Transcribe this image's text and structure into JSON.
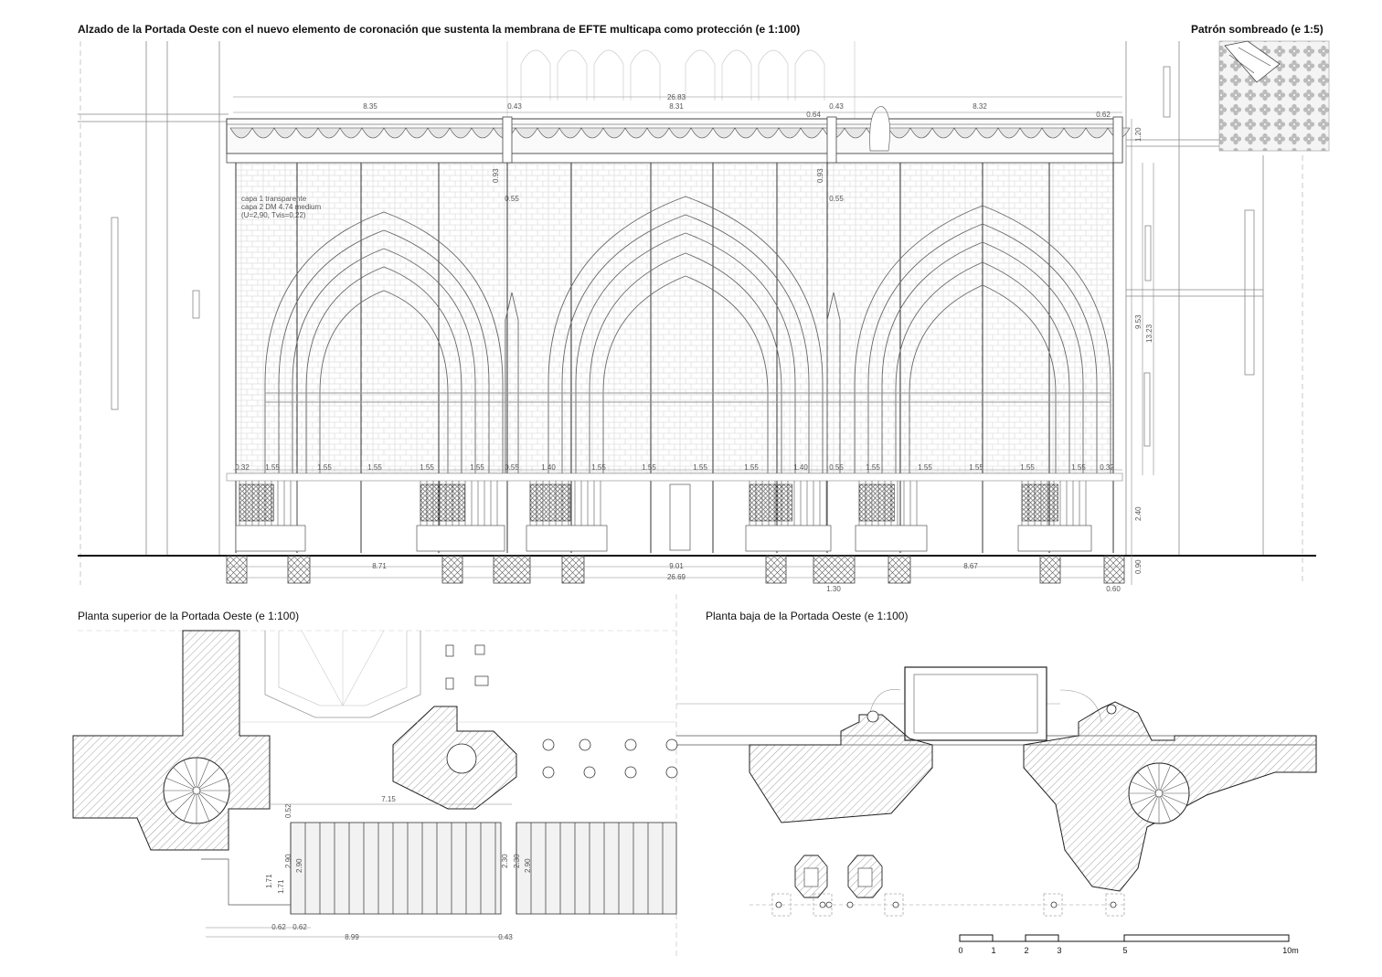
{
  "titles": {
    "elevation": "Alzado de la Portada Oeste con el nuevo elemento de coronación que sustenta la membrana de EFTE multicapa como protección  (e 1:100)",
    "pattern": "Patrón sombreado (e 1:5)",
    "upper_plan": "Planta superior de la Portada Oeste (e 1:100)",
    "ground_plan": "Planta baja de la Portada Oeste (e 1:100)"
  },
  "annotation": {
    "line1": "capa 1 transparente",
    "line2": "capa 2 DM 4.74 medium",
    "line3": "(U=2,90, Tvis=0,22)"
  },
  "dims": {
    "total_top": "26.83",
    "left_span": "8.35",
    "left_gap": "0.43",
    "center_span": "8.31",
    "right_gap_a": "0.64",
    "right_gap_b": "0.43",
    "right_span": "8.32",
    "end_gap": "0.62",
    "v_top": "1.20",
    "v_mid_a": "9.53",
    "v_mid_b": "13.23",
    "v_low": "2.40",
    "v_found": "0.90",
    "pier_a": "0.93",
    "pier_b": "0.55",
    "pier_c": "0.93",
    "pier_d": "0.55",
    "bay": "1.55",
    "end_l": "0.32",
    "end_r": "0.32",
    "mid_a": "0.55",
    "mid_b": "1.40",
    "mid_c": "1.40",
    "mid_d": "0.55",
    "base_l": "8.71",
    "base_c": "9.01",
    "base_total": "26.69",
    "base_r": "8.67",
    "found_w": "1.30",
    "found_r": "0.60",
    "plan_w": "7.15",
    "plan_a": "0.52",
    "plan_b": "2.90",
    "plan_c": "2.90",
    "plan_d": "1.71",
    "plan_e": "0.62",
    "plan_f": "0.62",
    "plan_g": "8.99",
    "plan_h": "0.43",
    "plan_i": "2.30",
    "plan_j": "2.90",
    "plan_k": "2.30",
    "plan_l": "1.71"
  },
  "scale_bar": {
    "ticks": [
      "0",
      "1",
      "2",
      "3",
      "5",
      "10m"
    ]
  }
}
